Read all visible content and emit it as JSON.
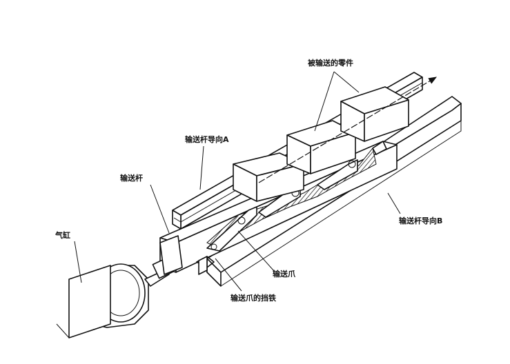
{
  "labels": {
    "parts_conveyed": "被输送的零件",
    "guide_a": "输送杆导向A",
    "conveyor_bar": "输送杆",
    "guide_b": "输送杆导向B",
    "cylinder": "气缸",
    "conveyor_claw": "输送爪",
    "claw_stopper": "输送爪的挡铁"
  }
}
